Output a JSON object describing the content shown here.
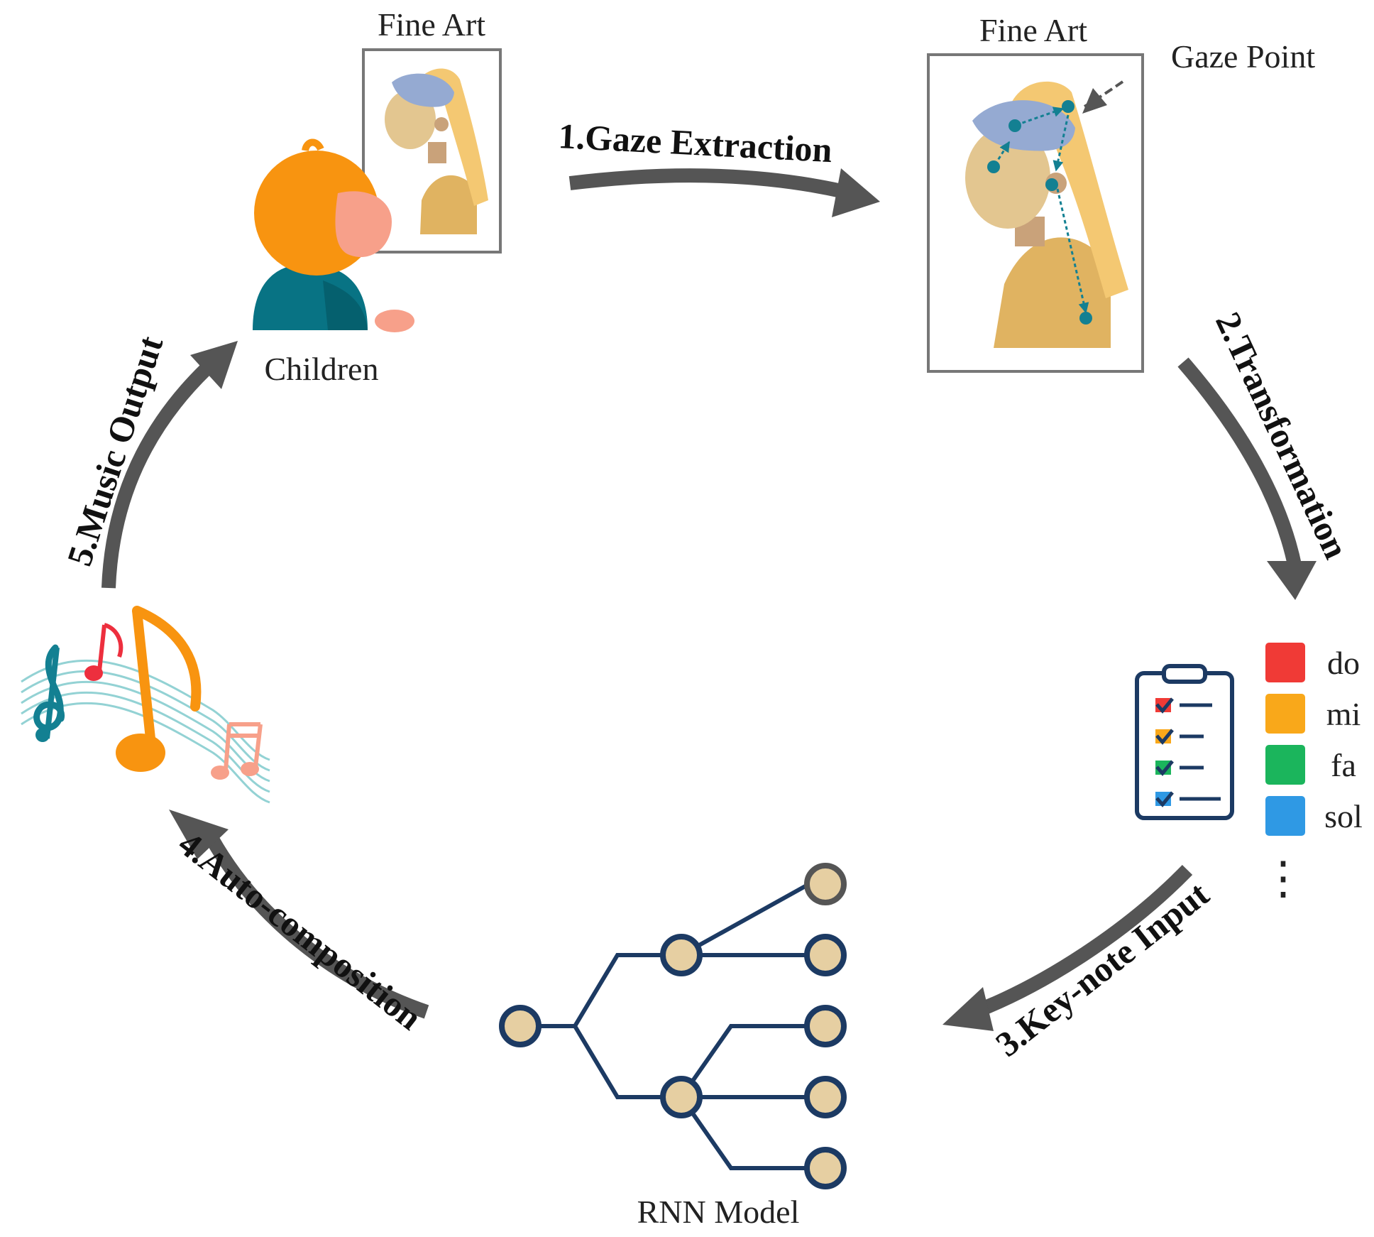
{
  "labels": {
    "fine_art_left": "Fine Art",
    "fine_art_right": "Fine Art",
    "gaze_point": "Gaze Point",
    "children": "Children",
    "rnn_model": "RNN Model"
  },
  "steps": {
    "s1": "1.Gaze Extraction",
    "s2": "2.Transformation",
    "s3": "3.Key-note Input",
    "s4": "4.Auto-composition",
    "s5": "5.Music Output"
  },
  "notes": [
    {
      "label": "do",
      "color": "#f03a36"
    },
    {
      "label": "mi",
      "color": "#f9a81a"
    },
    {
      "label": "fa",
      "color": "#1bb55c"
    },
    {
      "label": "sol",
      "color": "#2f99e4"
    }
  ],
  "notes_more": "⋮",
  "colors": {
    "arrow": "#555555",
    "rnn": "#1c3a63",
    "node_fill": "#e6cfa2",
    "hair": "#f4c872",
    "headband": "#95aad2",
    "skin": "#e3c690",
    "dress": "#e0b361",
    "gaze": "#138092",
    "child_hair": "#f89410",
    "child_skin": "#f7a08a",
    "child_body": "#087384"
  }
}
